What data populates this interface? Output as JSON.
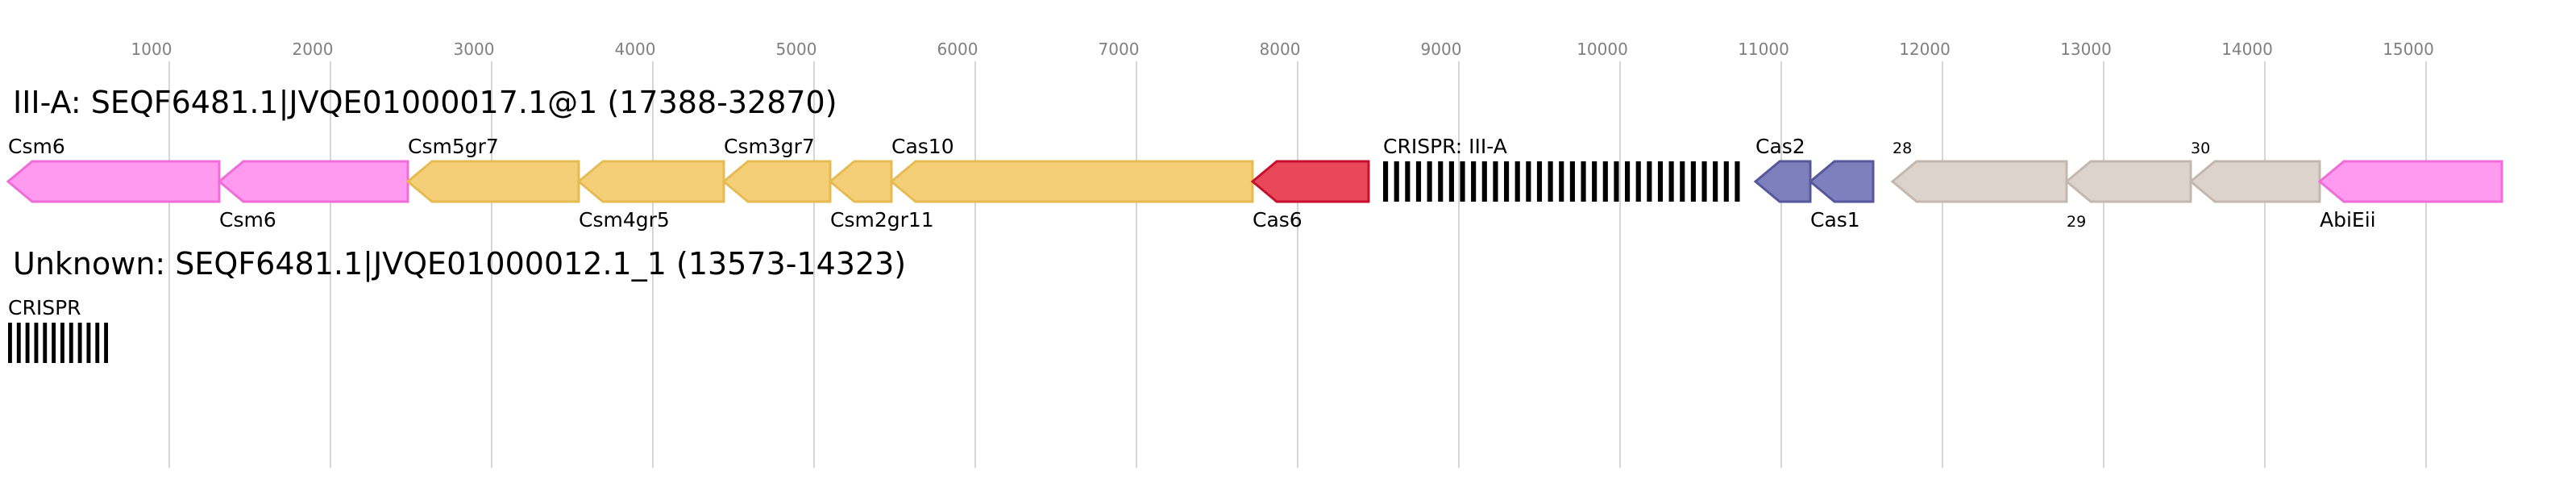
{
  "axis": {
    "ticks": [
      {
        "value": 1000,
        "label": "1000"
      },
      {
        "value": 2000,
        "label": "2000"
      },
      {
        "value": 3000,
        "label": "3000"
      },
      {
        "value": 4000,
        "label": "4000"
      },
      {
        "value": 5000,
        "label": "5000"
      },
      {
        "value": 6000,
        "label": "6000"
      },
      {
        "value": 7000,
        "label": "7000"
      },
      {
        "value": 8000,
        "label": "8000"
      },
      {
        "value": 9000,
        "label": "9000"
      },
      {
        "value": 10000,
        "label": "10000"
      },
      {
        "value": 11000,
        "label": "11000"
      },
      {
        "value": 12000,
        "label": "12000"
      },
      {
        "value": 13000,
        "label": "13000"
      },
      {
        "value": 14000,
        "label": "14000"
      },
      {
        "value": 15000,
        "label": "15000"
      }
    ],
    "grid_color": "#c8c8c8",
    "tick_label_color": "#808080"
  },
  "colors": {
    "Csm6": {
      "fill": "#ff9af0",
      "stroke": "#f06cd8"
    },
    "Csm": {
      "fill": "#f4cf78",
      "stroke": "#e6bb52"
    },
    "Cas6": {
      "fill": "#e8485a",
      "stroke": "#c8102e"
    },
    "Cas1_2": {
      "fill": "#7e80bd",
      "stroke": "#55589a"
    },
    "Unknown": {
      "fill": "#dcd3cc",
      "stroke": "#c4b8ae"
    },
    "AbiEii": {
      "fill": "#ff9af0",
      "stroke": "#f06cd8"
    },
    "CRISPR": "#000000"
  },
  "tracks": [
    {
      "title": "III-A: SEQF6481.1|JVQE01000017.1@1 (17388-32870)",
      "genes": [
        {
          "label": "Csm6",
          "start": -100,
          "end": 1310,
          "strand": -1,
          "color": "Csm6",
          "label_pos": "above"
        },
        {
          "label": "Csm6",
          "start": 1310,
          "end": 2480,
          "strand": -1,
          "color": "Csm6",
          "label_pos": "below"
        },
        {
          "label": "Csm5gr7",
          "start": 2480,
          "end": 3540,
          "strand": -1,
          "color": "Csm",
          "label_pos": "above"
        },
        {
          "label": "Csm4gr5",
          "start": 3540,
          "end": 4440,
          "strand": -1,
          "color": "Csm",
          "label_pos": "below"
        },
        {
          "label": "Csm3gr7",
          "start": 4440,
          "end": 5100,
          "strand": -1,
          "color": "Csm",
          "label_pos": "above"
        },
        {
          "label": "Csm2gr11",
          "start": 5100,
          "end": 5480,
          "strand": -1,
          "color": "Csm",
          "label_pos": "below"
        },
        {
          "label": "Cas10",
          "start": 5480,
          "end": 7720,
          "strand": -1,
          "color": "Csm",
          "label_pos": "above"
        },
        {
          "label": "Cas6",
          "start": 7720,
          "end": 8440,
          "strand": -1,
          "color": "Cas6",
          "label_pos": "below"
        },
        {
          "label": "Cas2",
          "start": 10840,
          "end": 11180,
          "strand": -1,
          "color": "Cas1_2",
          "label_pos": "above"
        },
        {
          "label": "Cas1",
          "start": 11180,
          "end": 11570,
          "strand": -1,
          "color": "Cas1_2",
          "label_pos": "below"
        },
        {
          "label": "28",
          "start": 11690,
          "end": 12770,
          "strand": -1,
          "color": "Unknown",
          "label_pos": "above",
          "small": true
        },
        {
          "label": "29",
          "start": 12770,
          "end": 13540,
          "strand": -1,
          "color": "Unknown",
          "label_pos": "below",
          "small": true
        },
        {
          "label": "30",
          "start": 13540,
          "end": 14340,
          "strand": -1,
          "color": "Unknown",
          "label_pos": "above",
          "small": true
        },
        {
          "label": "AbiEii",
          "start": 14340,
          "end": 15470,
          "strand": -1,
          "color": "AbiEii",
          "label_pos": "below"
        }
      ],
      "arrays": [
        {
          "label": "CRISPR: III-A",
          "start": 8530,
          "end": 10780,
          "spacers": 33
        }
      ]
    },
    {
      "title": "Unknown: SEQF6481.1|JVQE01000012.1_1 (13573-14323)",
      "genes": [],
      "arrays": [
        {
          "label": "CRISPR",
          "start": -100,
          "end": 650,
          "spacers": 12
        }
      ]
    }
  ]
}
